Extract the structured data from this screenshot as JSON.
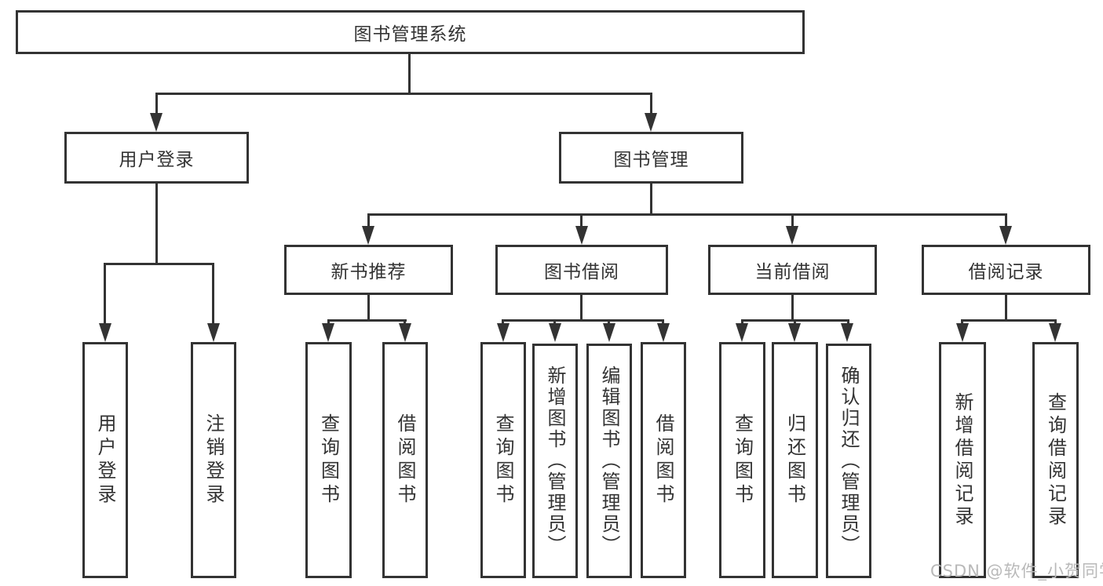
{
  "diagram_title": "图书管理系统",
  "colors": {
    "line": "#333333",
    "text": "#333333",
    "background": "#ffffff",
    "watermark": "#b9b9b9"
  },
  "nodes": {
    "root": {
      "label": "图书管理系统"
    },
    "level2": [
      {
        "label": "用户登录",
        "parent": "图书管理系统"
      },
      {
        "label": "图书管理",
        "parent": "图书管理系统"
      }
    ],
    "level3": [
      {
        "label": "新书推荐",
        "parent": "图书管理"
      },
      {
        "label": "图书借阅",
        "parent": "图书管理"
      },
      {
        "label": "当前借阅",
        "parent": "图书管理"
      },
      {
        "label": "借阅记录",
        "parent": "图书管理"
      }
    ],
    "leaves": [
      {
        "label": "用户登录",
        "parent": "用户登录"
      },
      {
        "label": "注销登录",
        "parent": "用户登录"
      },
      {
        "label": "查询图书",
        "parent": "新书推荐"
      },
      {
        "label": "借阅图书",
        "parent": "新书推荐"
      },
      {
        "label": "查询图书",
        "parent": "图书借阅"
      },
      {
        "label": "新增图书（管理员）",
        "parent": "图书借阅"
      },
      {
        "label": "编辑图书（管理员）",
        "parent": "图书借阅"
      },
      {
        "label": "借阅图书",
        "parent": "图书借阅"
      },
      {
        "label": "查询图书",
        "parent": "当前借阅"
      },
      {
        "label": "归还图书",
        "parent": "当前借阅"
      },
      {
        "label": "确认归还（管理员）",
        "parent": "当前借阅"
      },
      {
        "label": "新增借阅记录",
        "parent": "借阅记录"
      },
      {
        "label": "查询借阅记录",
        "parent": "借阅记录"
      }
    ]
  },
  "watermark": "CSDN @软件_小贺同学"
}
